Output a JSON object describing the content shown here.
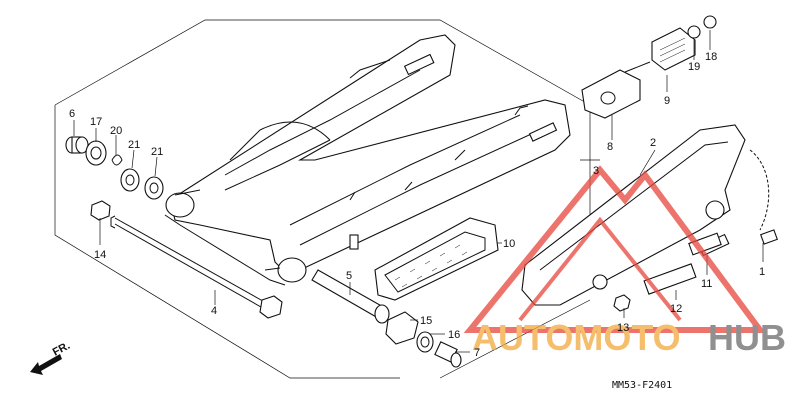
{
  "diagram": {
    "code": "MM53-F2401",
    "front_label": "FR.",
    "callouts": [
      {
        "id": "c1",
        "label": "1"
      },
      {
        "id": "c2",
        "label": "2"
      },
      {
        "id": "c3",
        "label": "3"
      },
      {
        "id": "c4",
        "label": "4"
      },
      {
        "id": "c5",
        "label": "5"
      },
      {
        "id": "c6",
        "label": "6"
      },
      {
        "id": "c7",
        "label": "7"
      },
      {
        "id": "c8",
        "label": "8"
      },
      {
        "id": "c9",
        "label": "9"
      },
      {
        "id": "c10",
        "label": "10"
      },
      {
        "id": "c11",
        "label": "11"
      },
      {
        "id": "c12",
        "label": "12"
      },
      {
        "id": "c13",
        "label": "13"
      },
      {
        "id": "c14",
        "label": "14"
      },
      {
        "id": "c15",
        "label": "15"
      },
      {
        "id": "c16",
        "label": "16"
      },
      {
        "id": "c17",
        "label": "17"
      },
      {
        "id": "c18",
        "label": "18"
      },
      {
        "id": "c19",
        "label": "19"
      },
      {
        "id": "c20",
        "label": "20"
      },
      {
        "id": "c21a",
        "label": "21"
      },
      {
        "id": "c21b",
        "label": "21"
      }
    ]
  },
  "watermark": {
    "word1": "AUTOMOTO",
    "word2": "HUB",
    "color_orange": "#f2a93b",
    "color_red": "#e8463c",
    "color_gray": "#6b6b6b"
  }
}
